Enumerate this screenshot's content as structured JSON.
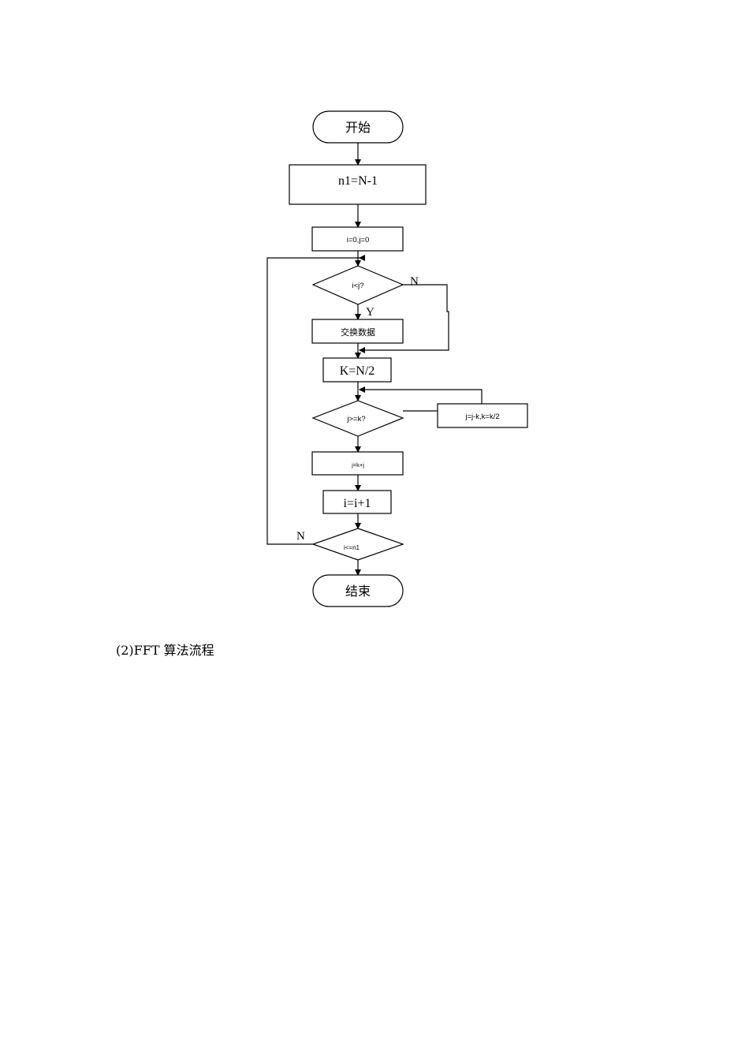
{
  "flowchart": {
    "start": "开始",
    "init_n1": "n1=N-1",
    "init_ij": "i=0,j=0",
    "cond_i_lt_j": "i<j?",
    "swap": "交换数据",
    "set_k": "K=N/2",
    "cond_j_ge_k": "j>=k?",
    "update_jk": "j=j-k,k=k/2",
    "j_plus": "j=k+j",
    "i_inc": "i=i+1",
    "cond_loop": "i<=n1",
    "end": "结束",
    "label_yes": "Y",
    "label_no_top": "N",
    "label_no_bottom": "N"
  },
  "caption": "(2)FFT 算法流程"
}
